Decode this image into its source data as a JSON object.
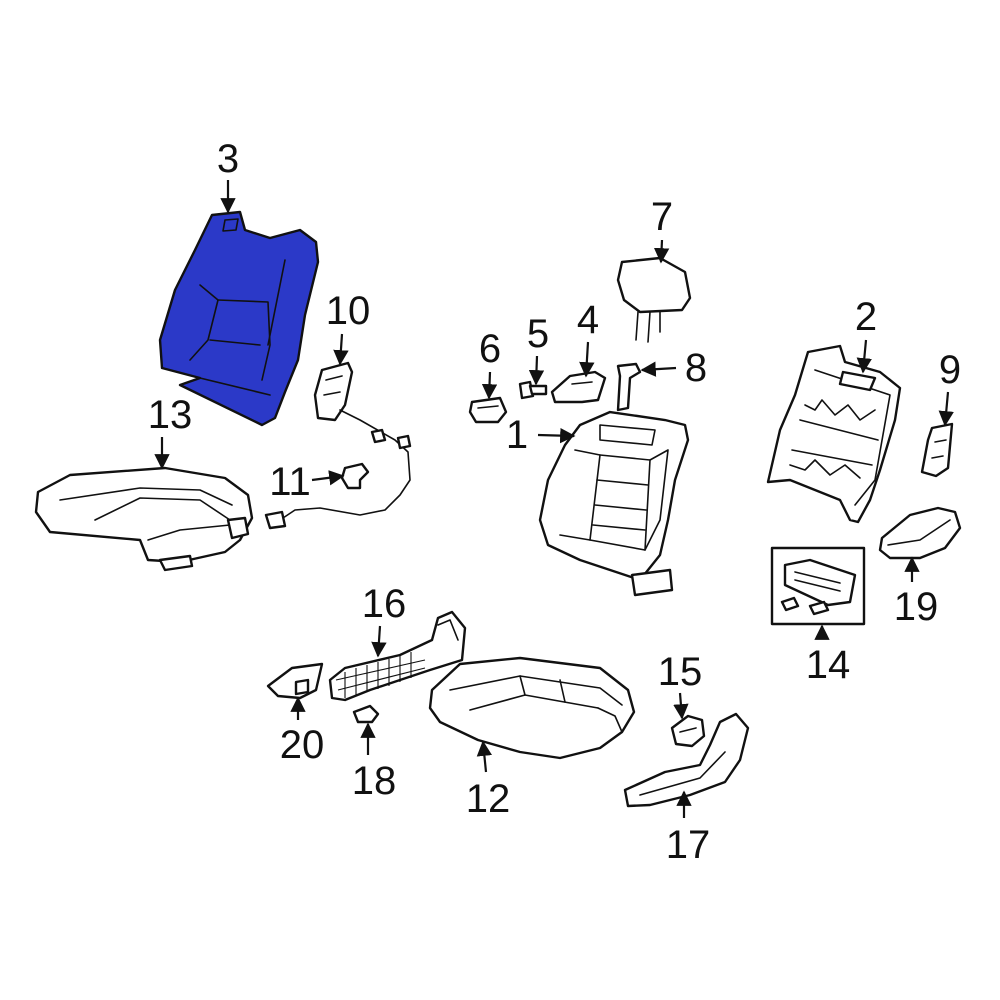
{
  "labels": {
    "p1": "1",
    "p2": "2",
    "p3": "3",
    "p4": "4",
    "p5": "5",
    "p6": "6",
    "p7": "7",
    "p8": "8",
    "p9": "9",
    "p10": "10",
    "p11": "11",
    "p12": "12",
    "p13": "13",
    "p14": "14",
    "p15": "15",
    "p16": "16",
    "p17": "17",
    "p18": "18",
    "p19": "19",
    "p20": "20"
  },
  "colors": {
    "highlight": "#2b39c8",
    "line": "#111111",
    "background": "#ffffff"
  }
}
